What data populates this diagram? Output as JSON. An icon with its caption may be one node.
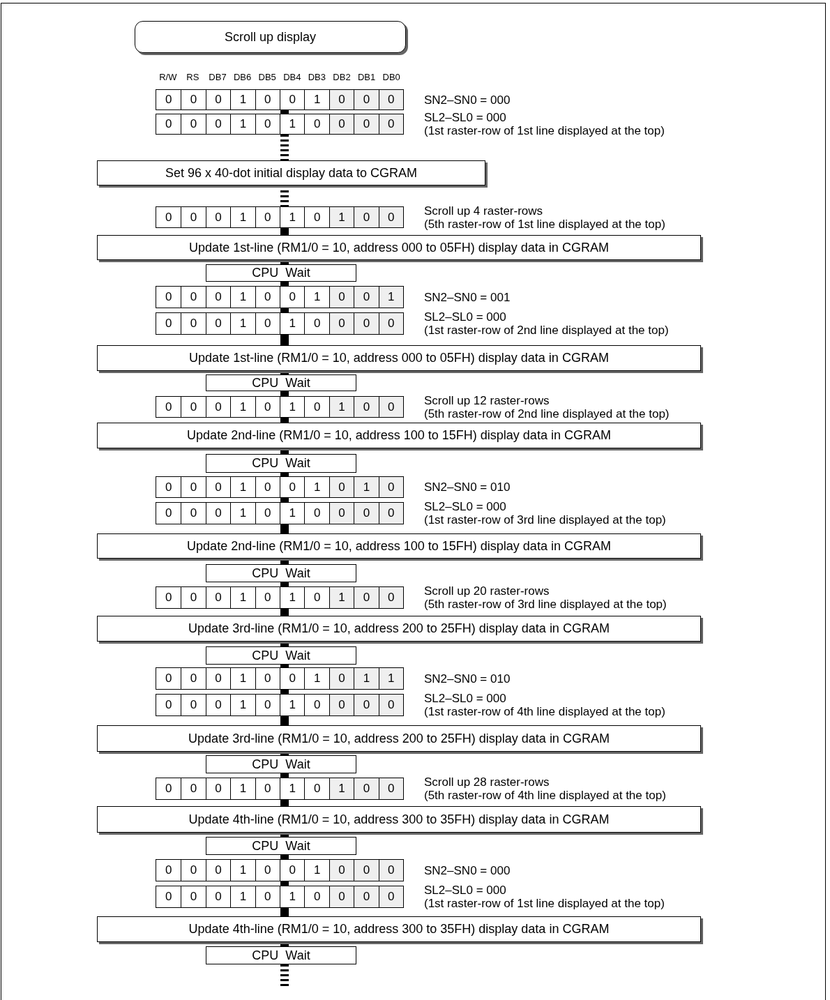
{
  "diagram": {
    "nodes": [
      {
        "text": [
          "Scroll up display"
        ]
      },
      {
        "text": [
          "0",
          "0",
          "0",
          "1",
          "0",
          "0",
          "1",
          "0",
          "0",
          "0"
        ],
        "beside": [
          "SN2–SN0 = 000"
        ]
      },
      {
        "text": [
          "0",
          "0",
          "0",
          "1",
          "0",
          "1",
          "0",
          "0",
          "0",
          "0"
        ],
        "beside": [
          "SL2–SL0 = 000",
          "(1st raster-row of 1st line displayed at the top)"
        ]
      },
      {
        "text": [
          "Set 96 x 40-dot initial display data to CGRAM"
        ]
      },
      {
        "text": [
          "0",
          "0",
          "0",
          "1",
          "0",
          "1",
          "0",
          "1",
          "0",
          "0"
        ],
        "beside": [
          "Scroll up 4 raster-rows",
          "(5th raster-row of 1st line displayed at the top)"
        ]
      },
      {
        "text": [
          "Update 1st-line (RM1/0 = 10, address 000 to 05FH) display data in CGRAM"
        ]
      },
      {
        "text": [
          "CPU  Wait"
        ]
      },
      {
        "text": [
          "0",
          "0",
          "0",
          "1",
          "0",
          "0",
          "1",
          "0",
          "0",
          "1"
        ],
        "beside": [
          "SN2–SN0 = 001"
        ]
      },
      {
        "text": [
          "0",
          "0",
          "0",
          "1",
          "0",
          "1",
          "0",
          "0",
          "0",
          "0"
        ],
        "beside": [
          "SL2–SL0 = 000",
          "(1st raster-row of 2nd line displayed at the top)"
        ]
      },
      {
        "text": [
          "Update 1st-line (RM1/0 = 10, address 000 to 05FH) display data in CGRAM"
        ]
      },
      {
        "text": [
          "CPU  Wait"
        ]
      },
      {
        "text": [
          "0",
          "0",
          "0",
          "1",
          "0",
          "1",
          "0",
          "1",
          "0",
          "0"
        ],
        "beside": [
          "Scroll up 12 raster-rows",
          "(5th raster-row of 2nd line displayed at the top)"
        ]
      },
      {
        "text": [
          "Update 2nd-line (RM1/0 = 10, address 100 to 15FH) display data in CGRAM"
        ]
      },
      {
        "text": [
          "CPU  Wait"
        ]
      },
      {
        "text": [
          "0",
          "0",
          "0",
          "1",
          "0",
          "0",
          "1",
          "0",
          "1",
          "0"
        ],
        "beside": [
          "SN2–SN0 = 010"
        ]
      },
      {
        "text": [
          "0",
          "0",
          "0",
          "1",
          "0",
          "1",
          "0",
          "0",
          "0",
          "0"
        ],
        "beside": [
          "SL2–SL0 = 000",
          "(1st raster-row of 3rd line displayed at the top)"
        ]
      },
      {
        "text": [
          "Update 2nd-line (RM1/0 = 10, address 100 to 15FH) display data in CGRAM"
        ]
      },
      {
        "text": [
          "CPU  Wait"
        ]
      },
      {
        "text": [
          "0",
          "0",
          "0",
          "1",
          "0",
          "1",
          "0",
          "1",
          "0",
          "0"
        ],
        "beside": [
          "Scroll up 20 raster-rows",
          "(5th raster-row of 3rd line displayed at the top)"
        ]
      },
      {
        "text": [
          "Update 3rd-line (RM1/0 = 10, address 200 to 25FH) display data in CGRAM"
        ]
      },
      {
        "text": [
          "CPU  Wait"
        ]
      },
      {
        "text": [
          "0",
          "0",
          "0",
          "1",
          "0",
          "0",
          "1",
          "0",
          "1",
          "1"
        ],
        "beside": [
          "SN2–SN0 = 010"
        ]
      },
      {
        "text": [
          "0",
          "0",
          "0",
          "1",
          "0",
          "1",
          "0",
          "0",
          "0",
          "0"
        ],
        "beside": [
          "SL2–SL0 = 000",
          "(1st raster-row of 4th line displayed at the top)"
        ]
      },
      {
        "text": [
          "Update 3rd-line (RM1/0 = 10, address 200 to 25FH) display data in CGRAM"
        ]
      },
      {
        "text": [
          "CPU  Wait"
        ]
      },
      {
        "text": [
          "0",
          "0",
          "0",
          "1",
          "0",
          "1",
          "0",
          "1",
          "0",
          "0"
        ],
        "beside": [
          "Scroll up 28 raster-rows",
          "(5th raster-row of 4th line displayed at the top)"
        ]
      },
      {
        "text": [
          "Update 4th-line (RM1/0 = 10, address 300 to 35FH) display data in CGRAM"
        ]
      },
      {
        "text": [
          "CPU  Wait"
        ]
      },
      {
        "text": [
          "0",
          "0",
          "0",
          "1",
          "0",
          "0",
          "1",
          "0",
          "0",
          "0"
        ],
        "beside": [
          "SN2–SN0 = 000"
        ]
      },
      {
        "text": [
          "0",
          "0",
          "0",
          "1",
          "0",
          "1",
          "0",
          "0",
          "0",
          "0"
        ],
        "beside": [
          "SL2–SL0 = 000",
          "(1st raster-row of 1st line displayed at the top)"
        ]
      },
      {
        "text": [
          "Update 4th-line (RM1/0 = 10, address 300 to 35FH) display data in CGRAM"
        ]
      },
      {
        "text": [
          "CPU  Wait"
        ]
      }
    ],
    "edges": [
      {
        "from": 1,
        "to": 2,
        "arrow": "none"
      },
      {
        "from": 2,
        "to": 3,
        "arrow": "none",
        "style": "dashed"
      },
      {
        "from": 3,
        "to": 4,
        "arrow": "none",
        "style": "dashed"
      },
      {
        "from": 4,
        "to": 5,
        "arrow": "none"
      },
      {
        "from": 5,
        "to": 6,
        "arrow": "none"
      },
      {
        "from": 6,
        "to": 7,
        "arrow": "none"
      },
      {
        "from": 7,
        "to": 8,
        "arrow": "none"
      },
      {
        "from": 8,
        "to": 9,
        "arrow": "none"
      },
      {
        "from": 9,
        "to": 10,
        "arrow": "none"
      },
      {
        "from": 10,
        "to": 11,
        "arrow": "none"
      },
      {
        "from": 11,
        "to": 12,
        "arrow": "none"
      },
      {
        "from": 12,
        "to": 13,
        "arrow": "none"
      },
      {
        "from": 13,
        "to": 14,
        "arrow": "none"
      },
      {
        "from": 14,
        "to": 15,
        "arrow": "none"
      },
      {
        "from": 15,
        "to": 16,
        "arrow": "none"
      },
      {
        "from": 16,
        "to": 17,
        "arrow": "none"
      },
      {
        "from": 17,
        "to": 18,
        "arrow": "none"
      },
      {
        "from": 18,
        "to": 19,
        "arrow": "none"
      },
      {
        "from": 19,
        "to": 20,
        "arrow": "none"
      },
      {
        "from": 20,
        "to": 21,
        "arrow": "none"
      },
      {
        "from": 21,
        "to": 22,
        "arrow": "none"
      },
      {
        "from": 22,
        "to": 23,
        "arrow": "none"
      },
      {
        "from": 23,
        "to": 24,
        "arrow": "none"
      },
      {
        "from": 24,
        "to": 25,
        "arrow": "none"
      },
      {
        "from": 25,
        "to": 26,
        "arrow": "none"
      },
      {
        "from": 26,
        "to": 27,
        "arrow": "none"
      },
      {
        "from": 27,
        "to": 28,
        "arrow": "none"
      },
      {
        "from": 28,
        "to": 29,
        "arrow": "none"
      },
      {
        "from": 29,
        "to": 30,
        "arrow": "none"
      },
      {
        "from": 30,
        "to": 31,
        "arrow": "none"
      },
      {
        "from": 31,
        "to": null,
        "arrow": "none",
        "style": "dashed"
      }
    ],
    "labels": [
      "R/W",
      "RS",
      "DB7",
      "DB6",
      "DB5",
      "DB4",
      "DB3",
      "DB2",
      "DB1",
      "DB0"
    ]
  }
}
